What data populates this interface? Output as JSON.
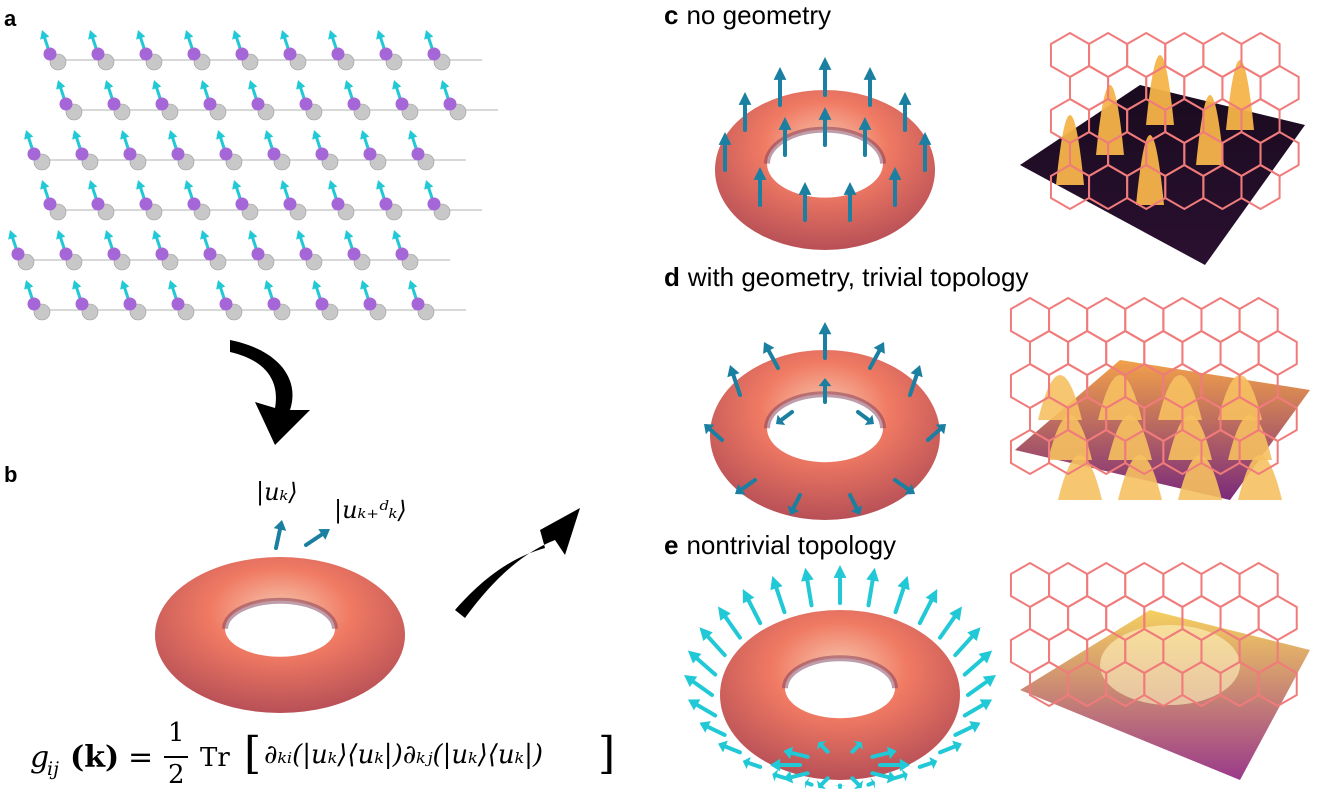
{
  "panels": {
    "a": {
      "label": "a"
    },
    "b": {
      "label": "b",
      "ket_k": "|uₖ⟩",
      "ket_kdk": "|uₖ₊ᵈₖ⟩"
    },
    "c": {
      "label": "c",
      "title": "no geometry"
    },
    "d": {
      "label": "d",
      "title": "with geometry, trivial topology"
    },
    "e": {
      "label": "e",
      "title": "nontrivial topology"
    }
  },
  "formula": {
    "lhs": "g",
    "lhs_sub": "ij",
    "lhs_arg": "(k)",
    "equals": "=",
    "frac_num": "1",
    "frac_den": "2",
    "trace": "Tr",
    "body": "∂ₖᵢ(|uₖ⟩⟨uₖ|)∂ₖⱼ(|uₖ⟩⟨uₖ|)"
  },
  "colors": {
    "torus": "#f07a63",
    "arrow_cyan": "#21c8d6",
    "arrow_dark": "#1a7fa0",
    "atom_purple": "#a566d8",
    "atom_grey": "#c8c8c8",
    "lattice_line": "#f07b7b",
    "surface_dark": "#1a0b1f",
    "surface_hot": "#f6b44a"
  }
}
